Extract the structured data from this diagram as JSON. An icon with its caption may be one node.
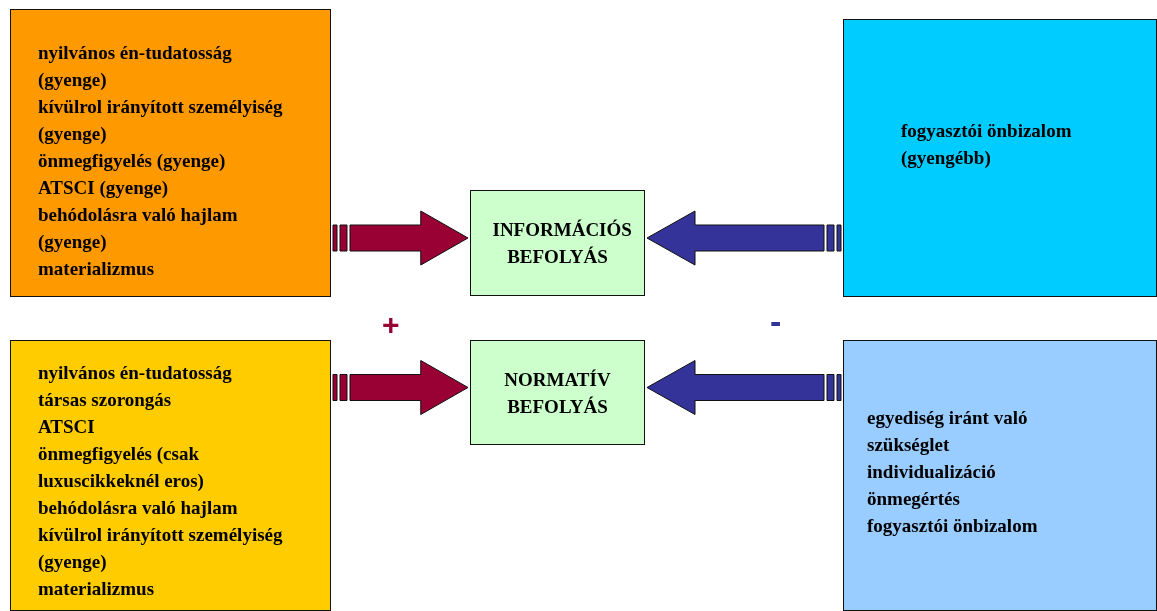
{
  "diagram": {
    "nodes": [
      {
        "text": [
          "nyilvános én-tudatosság (gyenge)",
          "kívülrol irányított személyiség (gyenge)",
          "önmegfigyelés (gyenge)",
          "ATSCI (gyenge)",
          "behódolásra való hajlam (gyenge)",
          "materializmus"
        ]
      },
      {
        "text": [
          "INFORMÁCIÓS BEFOLYÁS"
        ]
      },
      {
        "text": [
          "fogyasztói önbizalom (gyengébb)"
        ]
      },
      {
        "text": [
          "nyilvános én-tudatosság",
          "társas szorongás",
          "ATSCI",
          "önmegfigyelés (csak luxuscikkeknél eros)",
          "behódolásra való hajlam",
          "kívülrol irányított személyiség (gyenge)",
          "materializmus"
        ]
      },
      {
        "text": [
          "NORMATÍV BEFOLYÁS"
        ]
      },
      {
        "text": [
          "egyediség iránt való szükséglet",
          "individualizáció",
          "önmegértés",
          "fogyasztói önbizalom"
        ]
      }
    ],
    "edges": [
      {
        "from": 0,
        "to": 1,
        "arrow": "to",
        "color": "#990033"
      },
      {
        "from": 2,
        "to": 1,
        "arrow": "to",
        "color": "#333399"
      },
      {
        "from": 3,
        "to": 4,
        "arrow": "to",
        "color": "#990033"
      },
      {
        "from": 5,
        "to": 4,
        "arrow": "to",
        "color": "#333399"
      }
    ],
    "labels": [
      "+",
      "-"
    ]
  }
}
